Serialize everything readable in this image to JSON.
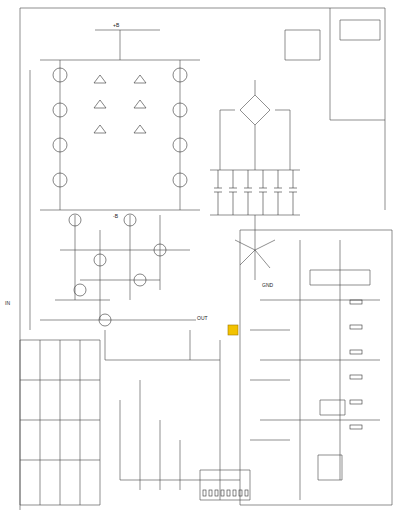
{
  "diagram": {
    "labels": [
      "+B",
      "-B",
      "GND",
      "IN",
      "OUT"
    ]
  }
}
